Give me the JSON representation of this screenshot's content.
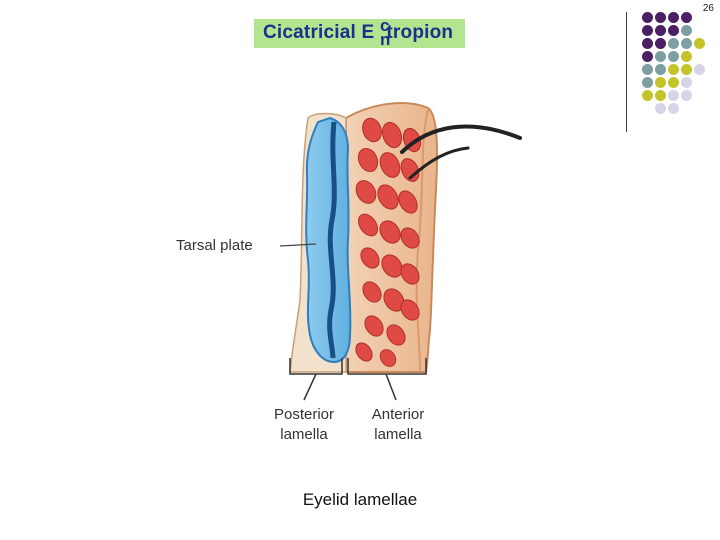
{
  "page_number": "26",
  "title": {
    "before": "Cicatricial E",
    "superscript": "c",
    "subscript": "n",
    "after": "tropion"
  },
  "labels": {
    "tarsal_plate": "Tarsal plate",
    "posterior": "Posterior",
    "posterior_2": "lamella",
    "anterior": "Anterior",
    "anterior_2": "lamella"
  },
  "caption": "Eyelid lamellae",
  "colors": {
    "title_bg": "#b3e48f",
    "title_text": "#1c2f8c",
    "dot_purple": "#4a1f63",
    "dot_teal": "#7d9fa2",
    "dot_yellow": "#c4c42a",
    "dot_lavender": "#d6d4e6"
  }
}
